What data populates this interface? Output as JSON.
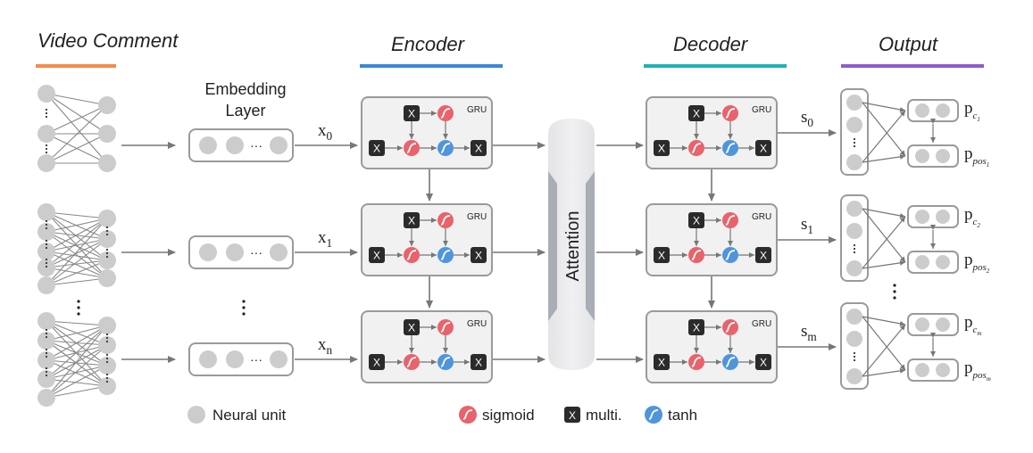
{
  "headers": {
    "video_comment": "Video Comment",
    "encoder": "Encoder",
    "decoder": "Decoder",
    "output": "Output"
  },
  "colors": {
    "video_comment": "#f28c4a",
    "encoder": "#3b86d8",
    "decoder": "#1bb3b3",
    "output": "#8e5cc9",
    "sigmoid": "#e8636b",
    "multi": "#2b2b2b",
    "tanh": "#4f95dc",
    "unit": "#cccccc",
    "box_stroke": "#9a9a9a",
    "box_fill": "#f1f1f1",
    "arrow": "#777777"
  },
  "embedding": {
    "title_line1": "Embedding",
    "title_line2": "Layer"
  },
  "inputs": [
    {
      "sym": "x",
      "sub": "0"
    },
    {
      "sym": "x",
      "sub": "1"
    },
    {
      "sym": "x",
      "sub": "n"
    }
  ],
  "states": [
    {
      "sym": "s",
      "sub": "0"
    },
    {
      "sym": "s",
      "sub": "1"
    },
    {
      "sym": "s",
      "sub": "m"
    }
  ],
  "probs": [
    {
      "c": "p",
      "c_sub": "c",
      "c_subsub": "1",
      "pos": "p",
      "pos_sub": "pos",
      "pos_subsub": "1"
    },
    {
      "c": "p",
      "c_sub": "c",
      "c_subsub": "2",
      "pos": "p",
      "pos_sub": "pos",
      "pos_subsub": "2"
    },
    {
      "c": "p",
      "c_sub": "c",
      "c_subsub": "m",
      "pos": "p",
      "pos_sub": "pos",
      "pos_subsub": "m"
    }
  ],
  "gru_label": "GRU",
  "attention_label": "Attention",
  "multi_glyph": "X",
  "sigmoid_glyph": "∫",
  "ellipsis": "···",
  "legend": {
    "neural_unit": "Neural unit",
    "sigmoid": "sigmoid",
    "multi": "multi.",
    "tanh": "tanh"
  }
}
